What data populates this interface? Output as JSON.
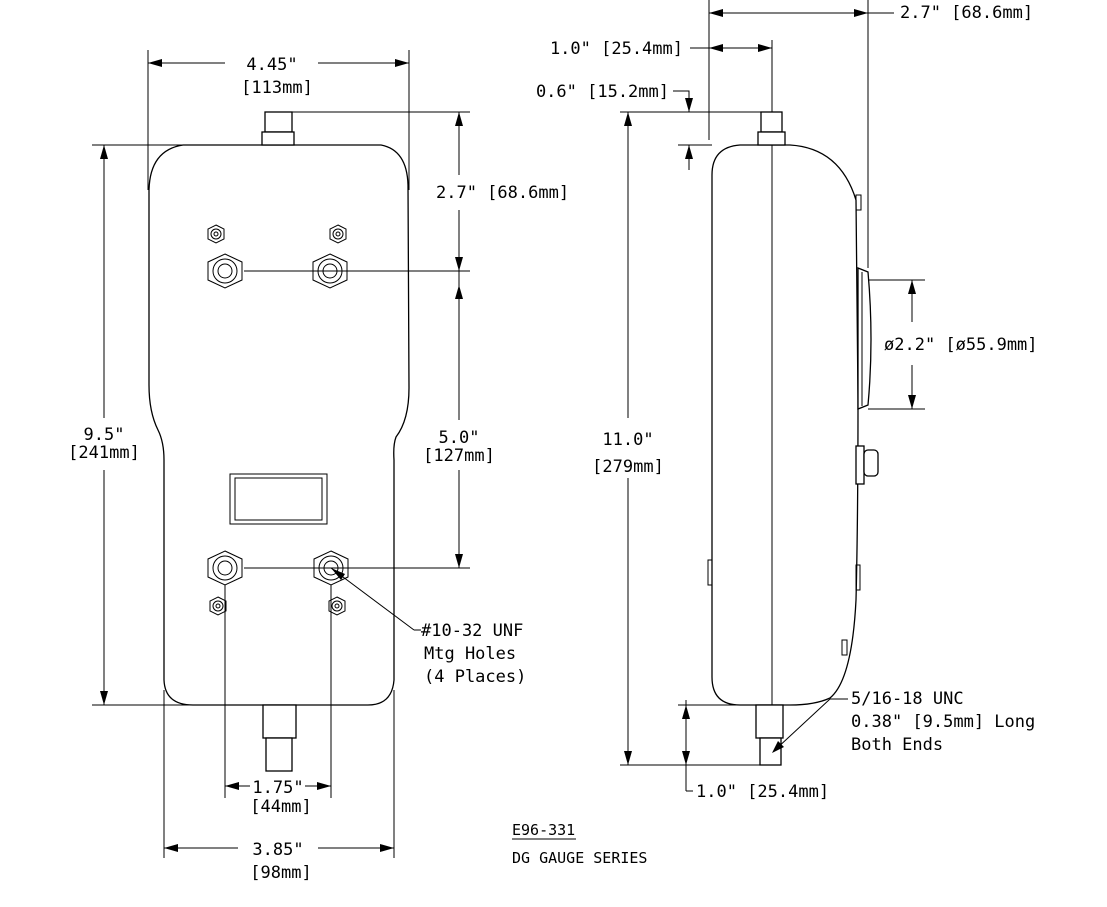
{
  "front_view": {
    "width_top": "4.45\"",
    "width_top_mm": "[113mm]",
    "height": "9.5\"",
    "height_mm": "[241mm]",
    "top_offset": "2.7\" [68.6mm]",
    "hole_spacing_v": "5.0\"",
    "hole_spacing_v_mm": "[127mm]",
    "hole_spacing_h": "1.75\"",
    "hole_spacing_h_mm": "[44mm]",
    "width_bottom": "3.85\"",
    "width_bottom_mm": "[98mm]",
    "hole_note": [
      "#10-32 UNF",
      "Mtg Holes",
      "(4 Places)"
    ]
  },
  "side_view": {
    "top_offset": "2.7\" [68.6mm]",
    "shaft_offset": "1.0\" [25.4mm]",
    "shaft_length_top": "0.6\" [15.2mm]",
    "height": "11.0\"",
    "height_mm": "[279mm]",
    "dial_dia": "ø2.2\" [ø55.9mm]",
    "shaft_length_bottom": "1.0\" [25.4mm]",
    "thread_note": [
      "5/16-18 UNC",
      "0.38\" [9.5mm] Long",
      "Both Ends"
    ]
  },
  "title_block": {
    "drawing_number": "E96-331",
    "series": "DG GAUGE SERIES"
  }
}
